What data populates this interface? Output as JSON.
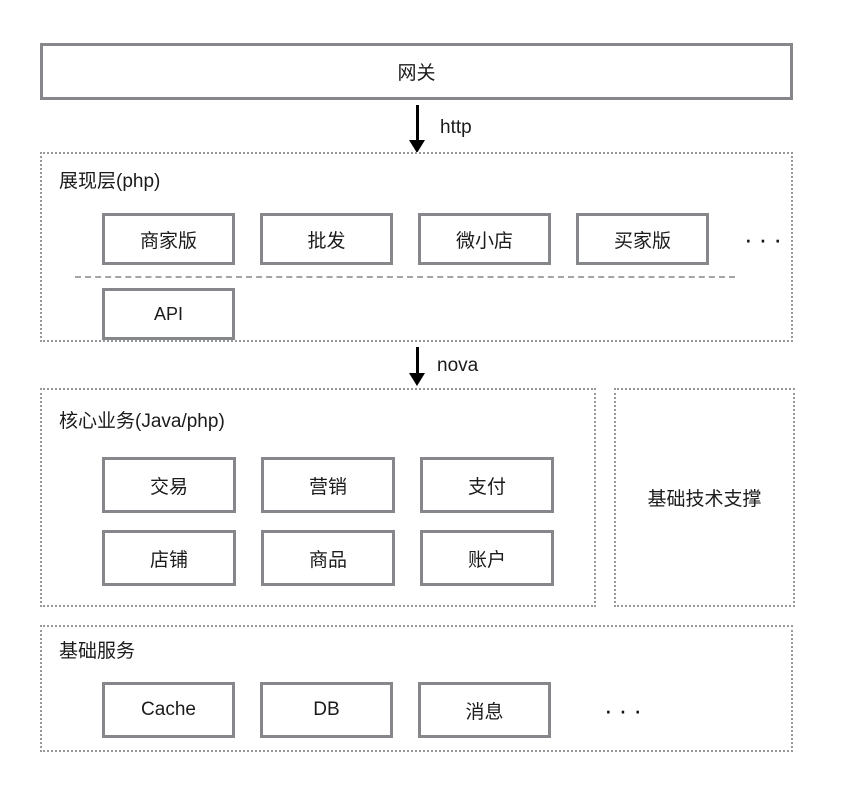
{
  "colors": {
    "solid_border": "#85878b",
    "dotted_border": "#97989b",
    "dashed_line": "#a3a4a7",
    "text": "#1b1b1b",
    "arrow": "#000000"
  },
  "gateway": {
    "label": "网关"
  },
  "arrows": {
    "http": "http",
    "nova": "nova"
  },
  "presentation": {
    "title": "展现层(php)",
    "modules": [
      "商家版",
      "批发",
      "微小店",
      "买家版"
    ],
    "ellipsis": "···",
    "api_label": "API"
  },
  "core": {
    "title": "核心业务(Java/php)",
    "row1": [
      "交易",
      "营销",
      "支付"
    ],
    "row2": [
      "店铺",
      "商品",
      "账户"
    ]
  },
  "support": {
    "label": "基础技术支撑"
  },
  "base": {
    "title": "基础服务",
    "modules": [
      "Cache",
      "DB",
      "消息"
    ],
    "ellipsis": "···"
  }
}
